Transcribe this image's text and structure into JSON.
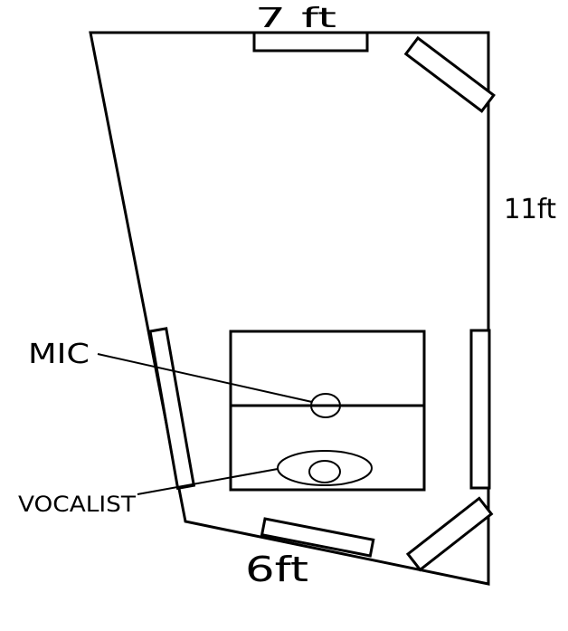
{
  "labels": {
    "top_wall": "7 ft",
    "right_wall": "11ft",
    "bottom_wall": "6ft",
    "mic": "MIC",
    "vocalist": "VOCALIST"
  },
  "colors": {
    "ink": "#000000",
    "background": "#ffffff"
  }
}
